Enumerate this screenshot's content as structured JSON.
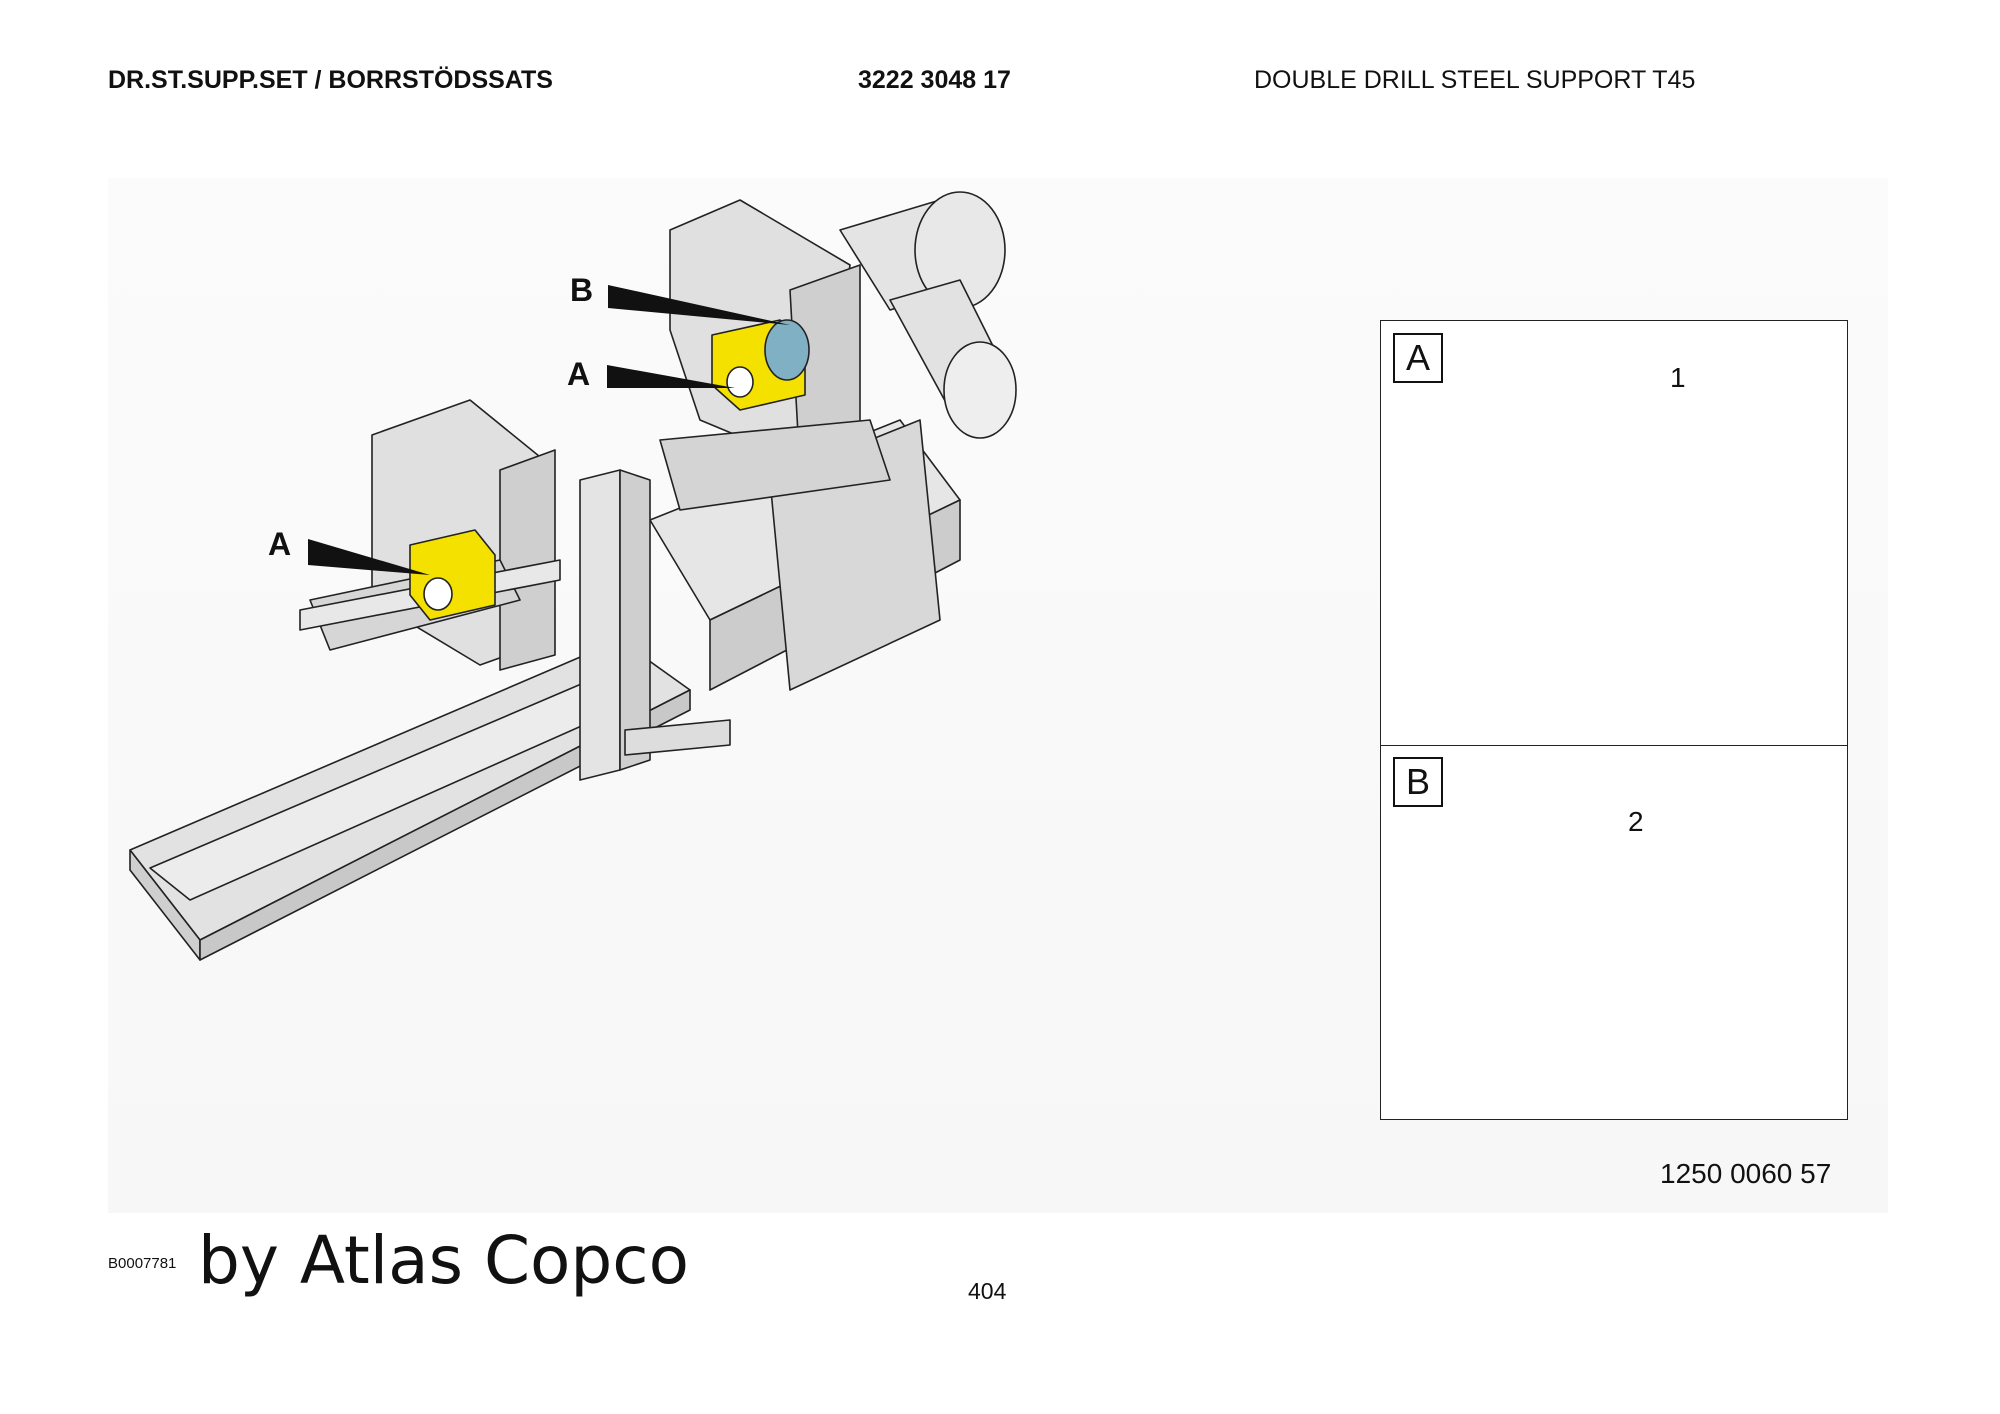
{
  "header": {
    "left_title": "DR.ST.SUPP.SET / BORRSTÖDSSATS",
    "part_code": "3222 3048 17",
    "description": "DOUBLE DRILL STEEL SUPPORT T45"
  },
  "callouts": {
    "b_top": "B",
    "a_top": "A",
    "a_left": "A"
  },
  "detail": {
    "box_a": "A",
    "box_b": "B",
    "item_1": "1",
    "item_2": "2"
  },
  "footer": {
    "part_number": "1250 0060 57",
    "image_code": "B0007781",
    "watermark": "by Atlas Copco",
    "page_number": "404"
  },
  "colors": {
    "highlight_yellow": "#f5e100",
    "washer_blue": "#7fb0c4",
    "machine_gray": "#dcdcdc",
    "line": "#222222"
  }
}
